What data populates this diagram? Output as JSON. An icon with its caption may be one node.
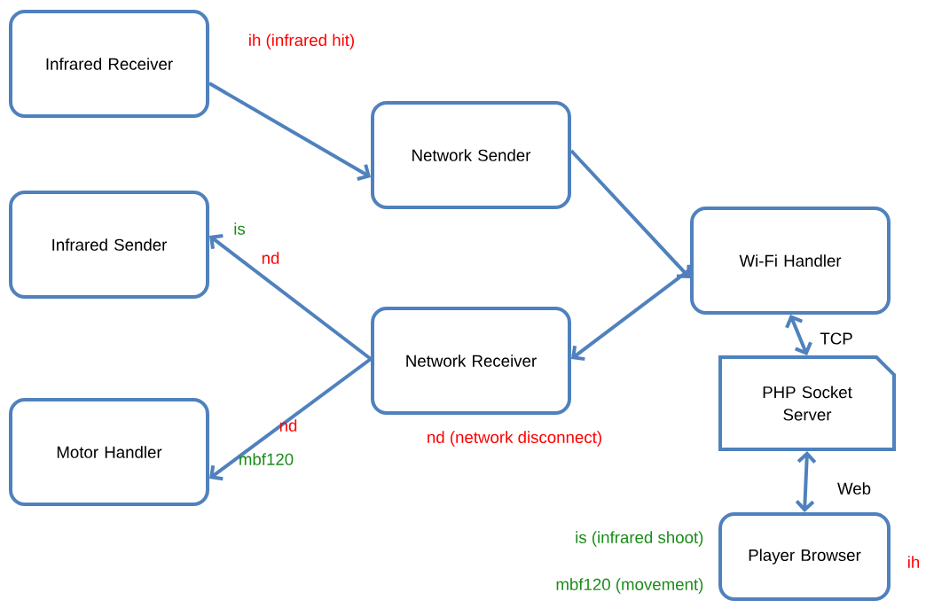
{
  "diagram": {
    "nodes": [
      {
        "text": [
          "Infrared Receiver"
        ]
      },
      {
        "text": [
          "Network Sender"
        ]
      },
      {
        "text": [
          "Infrared Sender"
        ]
      },
      {
        "text": [
          "Wi-Fi Handler"
        ]
      },
      {
        "text": [
          "Network Receiver"
        ]
      },
      {
        "text": [
          "Motor Handler"
        ]
      },
      {
        "text": [
          "PHP Socket Server"
        ]
      },
      {
        "text": [
          "Player Browser"
        ]
      }
    ],
    "edges": [
      {
        "from": 0,
        "to": 1,
        "arrow": "to"
      },
      {
        "from": 1,
        "to": 3,
        "arrow": "to"
      },
      {
        "from": 3,
        "to": 4,
        "arrow": "to"
      },
      {
        "from": 4,
        "to": 2,
        "arrow": "to"
      },
      {
        "from": 4,
        "to": 5,
        "arrow": "to"
      },
      {
        "from": 3,
        "to": 6,
        "arrow": "both",
        "label": "TCP"
      },
      {
        "from": 6,
        "to": 7,
        "arrow": "both",
        "label": "Web"
      }
    ],
    "labels": [
      "ih (infrared hit)",
      "is",
      "nd",
      "nd",
      "nd (network disconnect)",
      "mbf120",
      "is (infrared shoot)",
      "ih",
      "mbf120 (movement)"
    ]
  }
}
